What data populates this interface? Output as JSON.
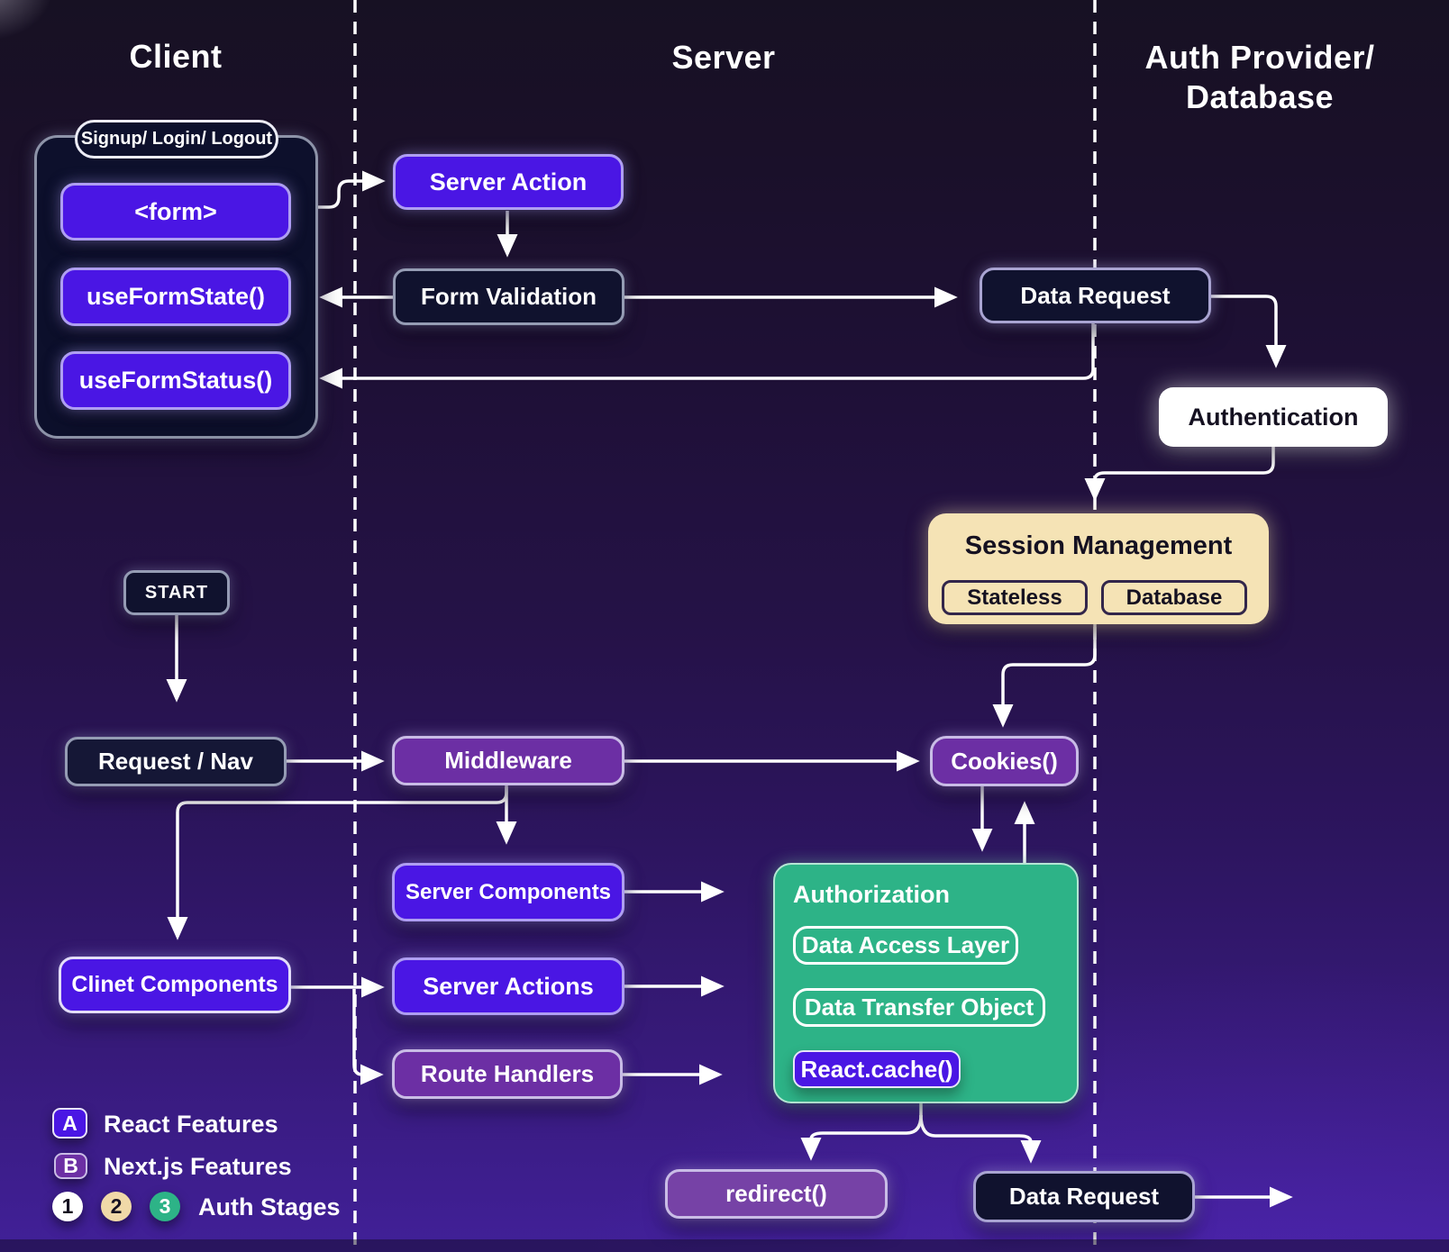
{
  "columns": {
    "client": "Client",
    "server": "Server",
    "auth_line1": "Auth Provider/",
    "auth_line2": "Database"
  },
  "client_group": {
    "tag": "Signup/ Login/ Logout",
    "items": [
      "<form>",
      "useFormState()",
      "useFormStatus()"
    ]
  },
  "nodes": {
    "server_action": "Server Action",
    "form_validation": "Form Validation",
    "data_request_top": "Data Request",
    "authentication": "Authentication",
    "session_management": {
      "title": "Session Management",
      "options": [
        "Stateless",
        "Database"
      ]
    },
    "start": "START",
    "request_nav": "Request / Nav",
    "middleware": "Middleware",
    "cookies": "Cookies()",
    "server_components": "Server Components",
    "clinet_components": "Clinet Components",
    "server_actions": "Server Actions",
    "route_handlers": "Route Handlers",
    "authorization": {
      "title": "Authorization",
      "items": [
        "Data Access Layer",
        "Data Transfer Object",
        "React.cache()"
      ]
    },
    "redirect": "redirect()",
    "data_request_bottom": "Data Request"
  },
  "legend": {
    "a_badge": "A",
    "a_label": "React Features",
    "b_badge": "B",
    "b_label": "Next.js Features",
    "s1": "1",
    "s2": "2",
    "s3": "3",
    "stages_label": "Auth Stages"
  },
  "colors": {
    "indigo": "#4a16e4",
    "violet": "#6c2fa4",
    "redirect_violet": "#7642a6",
    "navy": "#10122e",
    "cream": "#f5e3b5",
    "green": "#2db387",
    "white": "#ffffff"
  }
}
